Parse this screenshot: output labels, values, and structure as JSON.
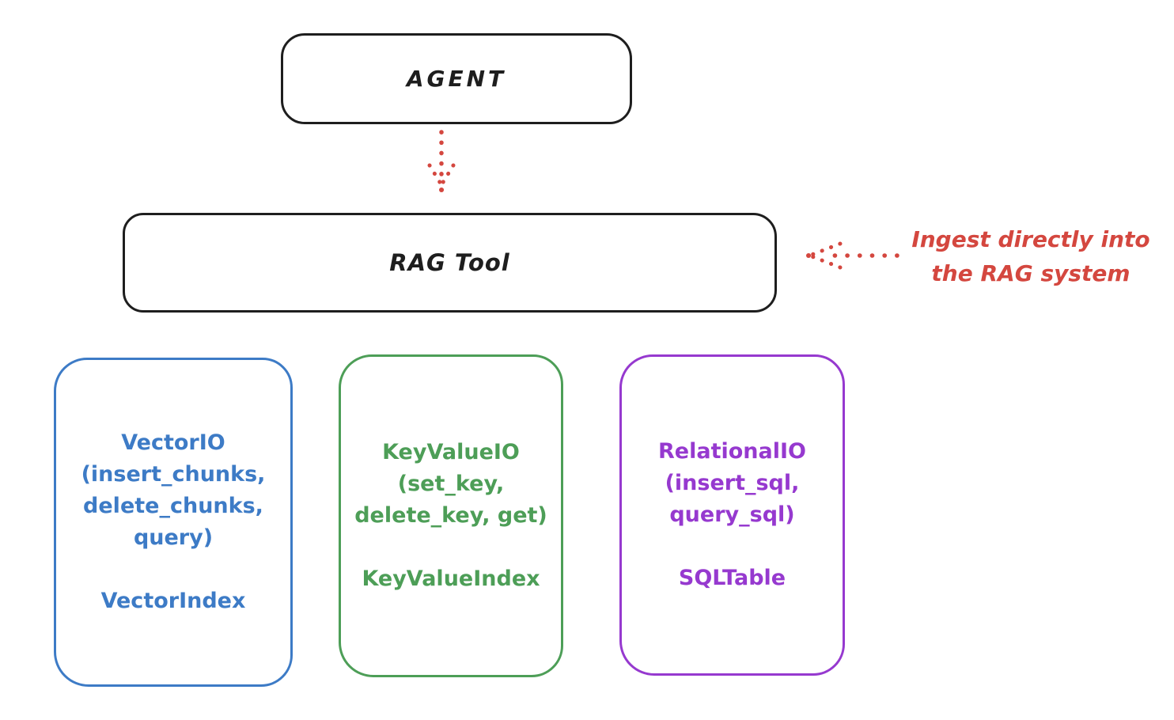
{
  "colors": {
    "ink": "#1e1e1e",
    "red": "#d4473f",
    "blue": "#3d7bc6",
    "green": "#4d9e57",
    "purple": "#9639cf",
    "background": "#ffffff"
  },
  "agent_box": {
    "label": "AGENT"
  },
  "rag_box": {
    "label": "RAG Tool"
  },
  "annotation": {
    "text": "Ingest directly into\nthe RAG system"
  },
  "io_boxes": [
    {
      "id": "vector-io",
      "group": "VectorIO\n(insert_chunks,\ndelete_chunks,\nquery)",
      "index_label": "VectorIndex",
      "color": "#3d7bc6"
    },
    {
      "id": "keyvalue-io",
      "group": "KeyValueIO\n(set_key,\ndelete_key, get)",
      "index_label": "KeyValueIndex",
      "color": "#4d9e57"
    },
    {
      "id": "relational-io",
      "group": "RelationalIO\n(insert_sql,\nquery_sql)",
      "index_label": "SQLTable",
      "color": "#9639cf"
    }
  ]
}
